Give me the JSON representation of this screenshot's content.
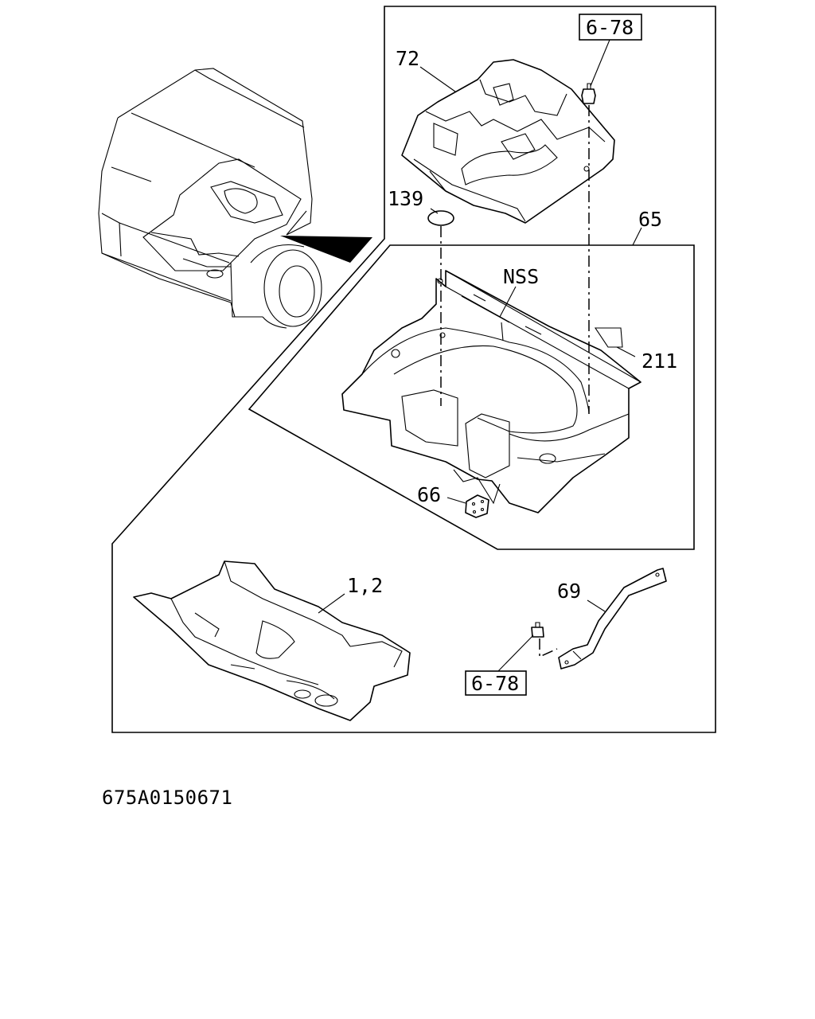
{
  "callouts": {
    "ref_6_78_top": "6-78",
    "part_72": "72",
    "part_139": "139",
    "part_65": "65",
    "label_nss": "NSS",
    "part_211": "211",
    "part_66": "66",
    "part_1_2": "1,2",
    "part_69": "69",
    "ref_6_78_bottom": "6-78"
  },
  "footer": {
    "diagram_code": "675A0150671"
  }
}
